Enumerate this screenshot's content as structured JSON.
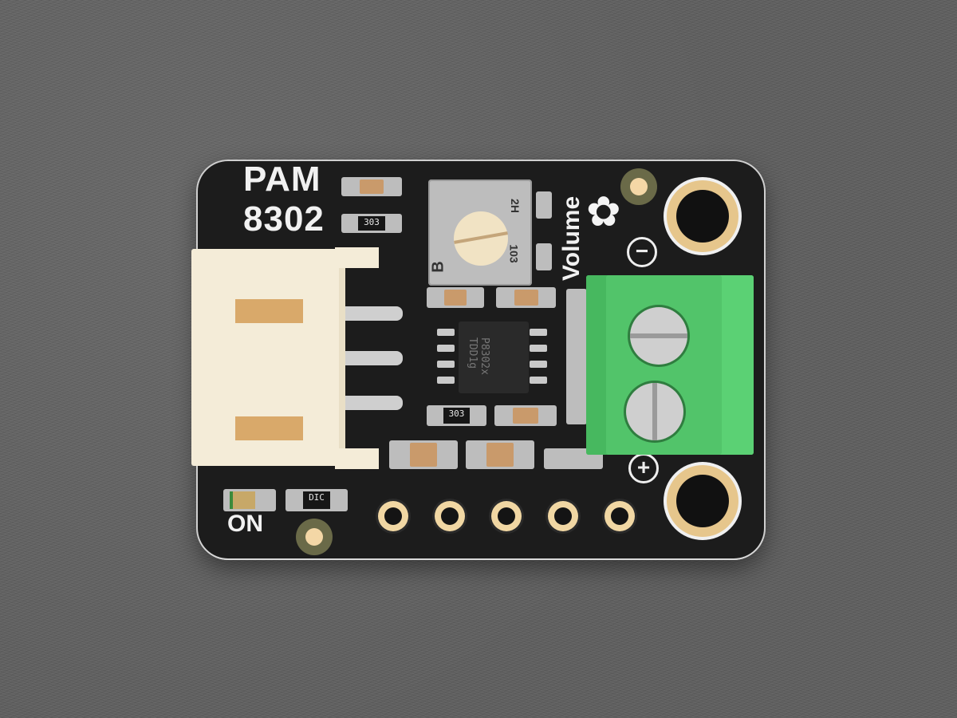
{
  "image": {
    "subject": "PAM8302 mono audio amplifier breakout board",
    "background_color": "#5f5f5f",
    "pcb_color": "#1c1c1c",
    "silkscreen": {
      "title_line1": "PAM",
      "title_line2": "8302",
      "volume_label": "Volume",
      "power_led_label": "ON",
      "minus_symbol": "−",
      "plus_symbol": "+",
      "logo_icon": "flower-star-icon"
    },
    "potentiometer": {
      "marking_code": "103",
      "marking_brand": "B",
      "marking_side": "2H",
      "knob_color": "#f1e3c4"
    },
    "ic_chip": {
      "marking_line1": "P8302x",
      "marking_line2": "TDD1g",
      "package": "MSOP-8"
    },
    "resistors": [
      {
        "code": "303"
      },
      {
        "code": "303"
      },
      {
        "code": "DIC"
      }
    ],
    "connectors": {
      "jst_color": "#f4ecd8",
      "jst_pins": 3,
      "terminal_block_color": "#52c46a",
      "terminal_screws": 2
    },
    "header_pins": 5,
    "mounting_holes": 2,
    "fiducials": 2
  }
}
